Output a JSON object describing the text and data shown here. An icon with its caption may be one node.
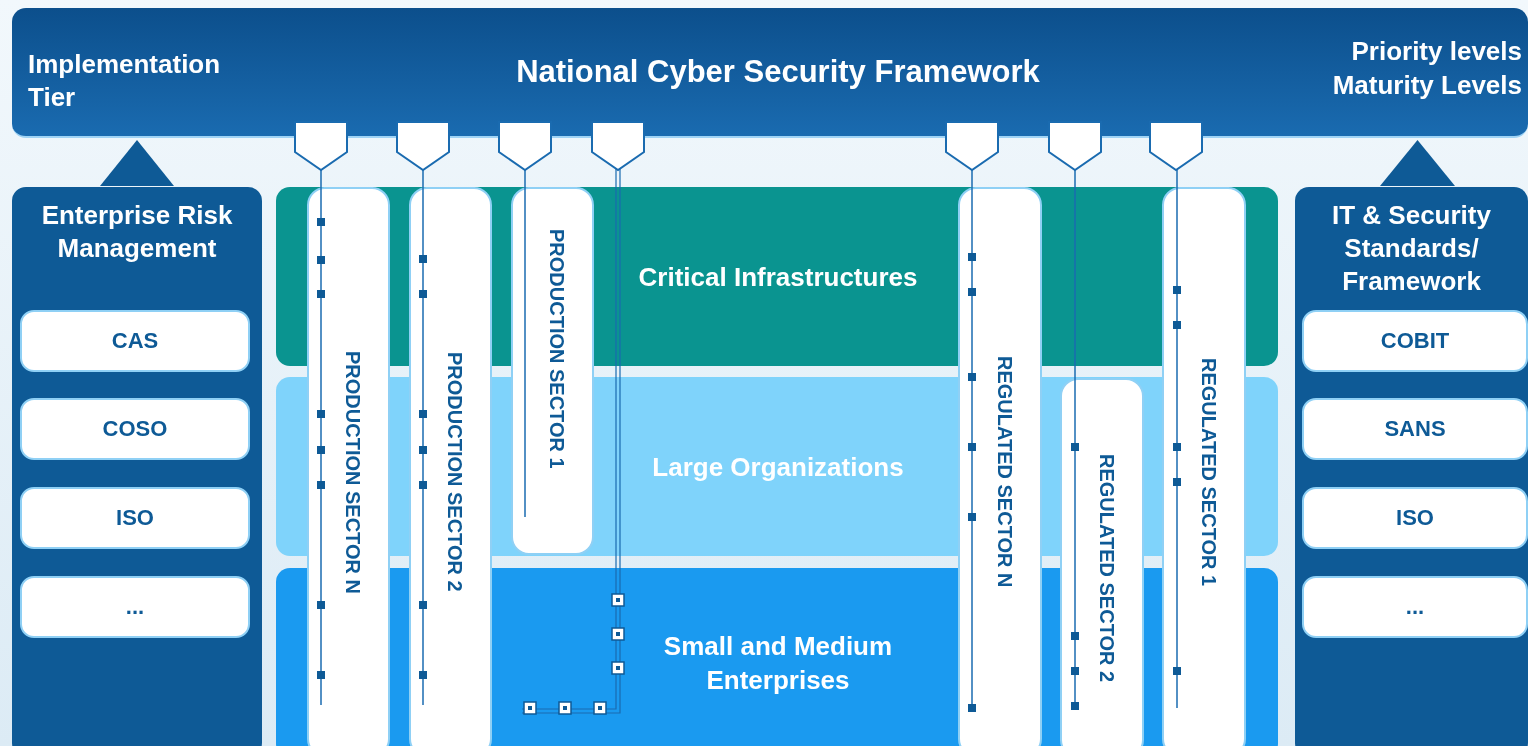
{
  "diagram": {
    "nodes": [
      {
        "text": [
          "Implementation Tier",
          "National Cyber Security Framework",
          "Priority levels Maturity Levels"
        ]
      },
      {
        "text": [
          "Enterprise Risk Management"
        ]
      },
      {
        "text": [
          "CAS"
        ],
        "in": 1
      },
      {
        "text": [
          "COSO"
        ],
        "in": 1
      },
      {
        "text": [
          "ISO"
        ],
        "in": 1
      },
      {
        "text": [
          "..."
        ],
        "in": 1
      },
      {
        "text": [
          "Critical Infrastructures"
        ]
      },
      {
        "text": [
          "Large Organizations"
        ]
      },
      {
        "text": [
          "Small and Medium Enterprises"
        ]
      },
      {
        "text": [
          "PRODUCTION SECTOR N"
        ]
      },
      {
        "text": [
          "PRODUCTION SECTOR 2"
        ]
      },
      {
        "text": [
          "PRODUCTION SECTOR 1"
        ]
      },
      {
        "text": [
          "REGULATED SECTOR N"
        ]
      },
      {
        "text": [
          "REGULATED SECTOR 2"
        ]
      },
      {
        "text": [
          "REGULATED SECTOR 1"
        ]
      },
      {
        "text": [
          "IT & Security Standards/ Framework"
        ]
      },
      {
        "text": [
          "COBIT"
        ],
        "in": 15
      },
      {
        "text": [
          "SANS"
        ],
        "in": 15
      },
      {
        "text": [
          "ISO"
        ],
        "in": 15
      },
      {
        "text": [
          "..."
        ],
        "in": 15
      },
      {
        "text": [],
        "shape": "triangle"
      },
      {
        "text": [],
        "shape": "triangle"
      }
    ]
  }
}
